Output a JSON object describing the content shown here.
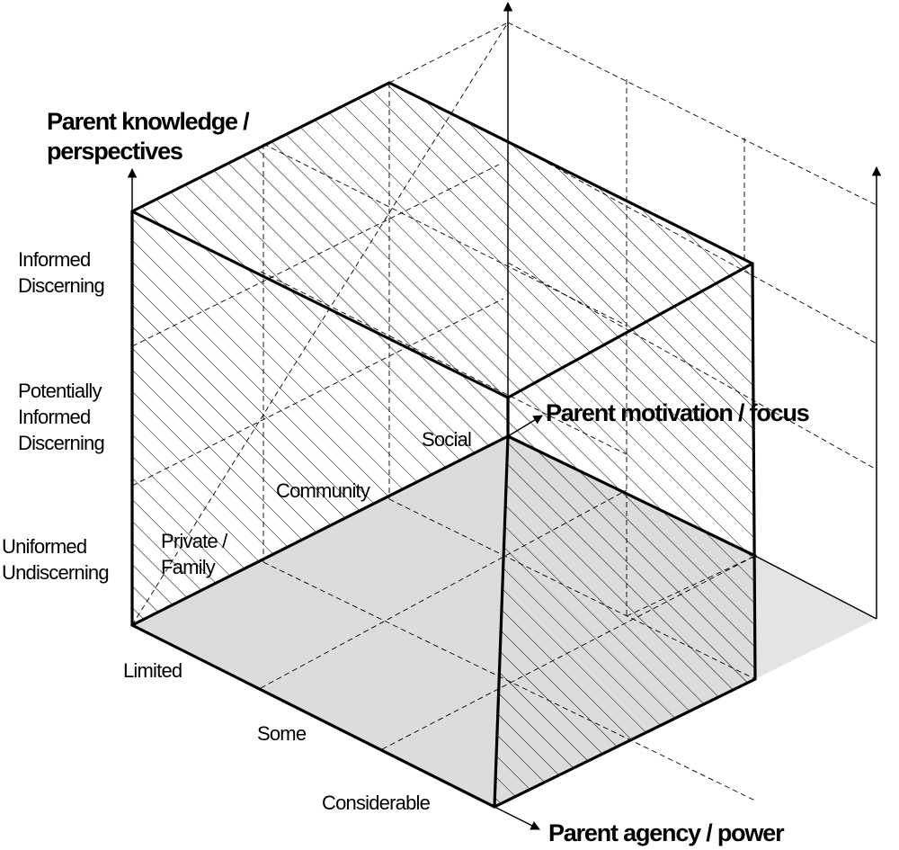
{
  "axes": {
    "knowledge": {
      "title_line1": "Parent knowledge /",
      "title_line2": "perspectives",
      "levels": [
        {
          "line1": "Uniformed",
          "line2": "Undiscerning"
        },
        {
          "line1": "Potentially",
          "line2": "Informed",
          "line3": "Discerning"
        },
        {
          "line1": "Informed",
          "line2": "Discerning"
        }
      ]
    },
    "motivation": {
      "title": "Parent  motivation / focus",
      "levels": [
        {
          "line1": "Private /",
          "line2": "Family"
        },
        {
          "line1": "Community"
        },
        {
          "line1": "Social"
        }
      ]
    },
    "agency": {
      "title": "Parent agency / power",
      "levels": [
        "Limited",
        "Some",
        "Considerable"
      ]
    }
  },
  "colors": {
    "line": "#000000",
    "floor_shade": "#dcdcdc",
    "right_panel_shade": "#e4e4e4",
    "background": "#ffffff"
  }
}
